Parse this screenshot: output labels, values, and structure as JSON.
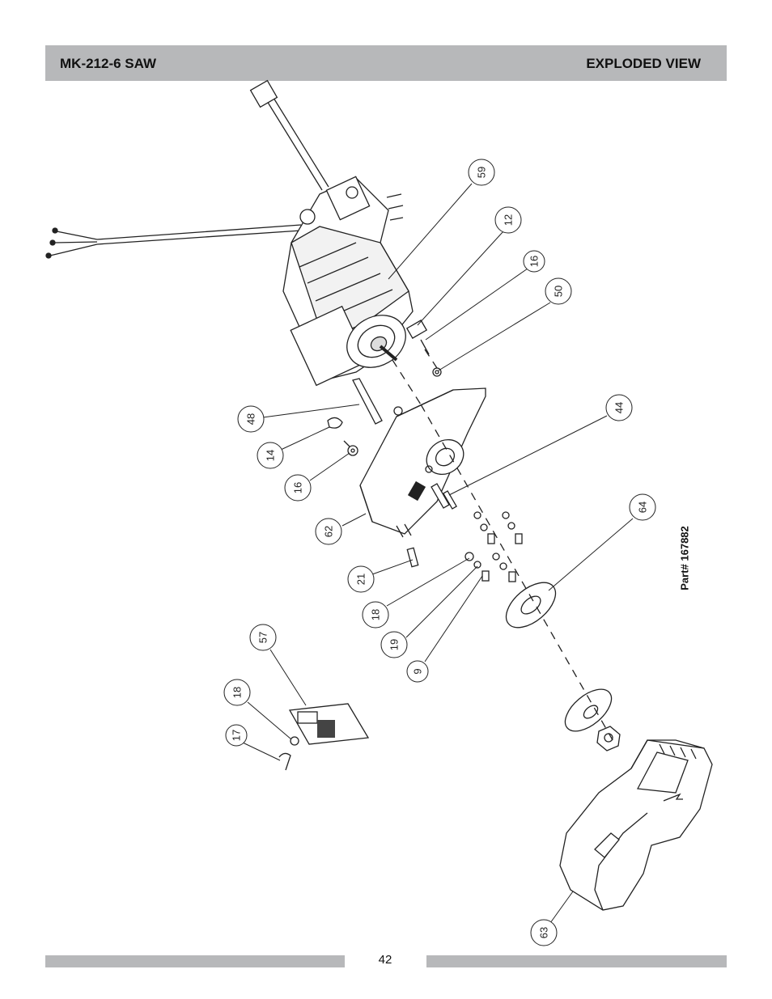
{
  "header": {
    "title_left": "MK-212-6 SAW",
    "title_right": "EXPLODED VIEW"
  },
  "part_number": "Part# 167882",
  "page_number": "42",
  "callouts": [
    "59",
    "12",
    "16",
    "50",
    "48",
    "14",
    "16",
    "44",
    "62",
    "64",
    "21",
    "18",
    "19",
    "9",
    "57",
    "18",
    "17",
    "63"
  ]
}
